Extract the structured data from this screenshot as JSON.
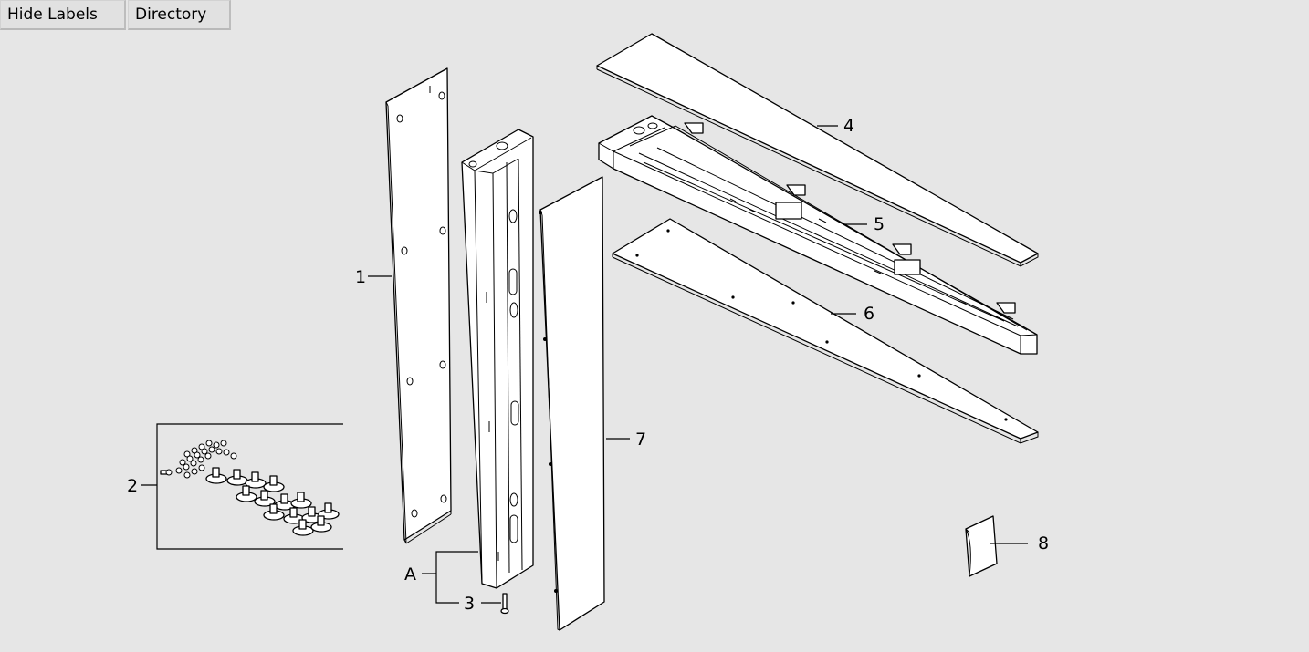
{
  "toolbar": {
    "hide_labels": "Hide Labels",
    "directory": "Directory"
  },
  "callouts": {
    "p1": "1",
    "p2": "2",
    "p3": "3",
    "p4": "4",
    "p5": "5",
    "p6": "6",
    "p7": "7",
    "p8": "8",
    "pA": "A"
  }
}
